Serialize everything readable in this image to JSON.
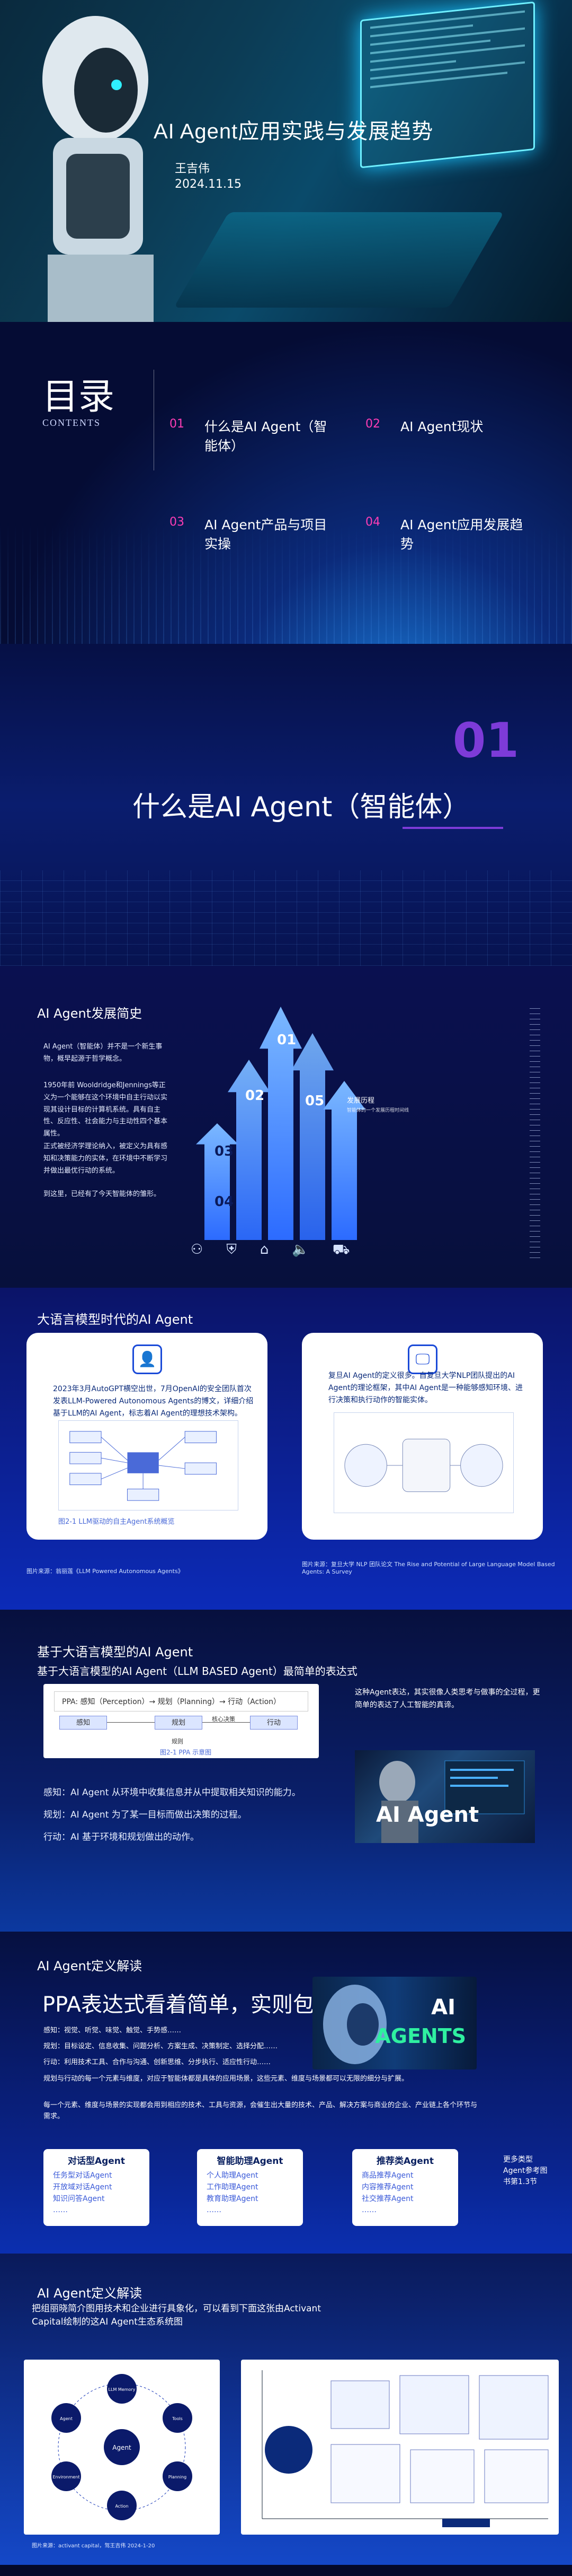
{
  "slide1": {
    "title": "AI Agent应用实践与发展趋势",
    "author": "王吉伟",
    "date": "2024.11.15"
  },
  "slide2": {
    "title": "目录",
    "subtitle": "CONTENTS",
    "items": [
      {
        "num": "01",
        "label": "什么是AI Agent（智能体）"
      },
      {
        "num": "02",
        "label": "AI Agent现状"
      },
      {
        "num": "03",
        "label": "AI Agent产品与项目实操"
      },
      {
        "num": "04",
        "label": "AI Agent应用发展趋势"
      }
    ]
  },
  "slide3": {
    "num": "01",
    "title": "什么是AI Agent（智能体）"
  },
  "slide4": {
    "title": "AI Agent发展简史",
    "paras": [
      "AI Agent（智能体）并不是一个新生事物，概早起源于哲学概念。",
      "1950年前 Wooldridge和Jennings等正义为一个能够在这个环境中自主行动以实现其设计目标的计算机系统。具有自主性、反应性、社会能力与主动性四个基本属性。",
      "正式被经济学理论纳入，被定义为具有感知和决策能力的实体，在环境中不断学习并做出最优行动的系统。",
      "到这里，已经有了今天智能体的雏形。"
    ],
    "arrow_nums": [
      "01",
      "02",
      "03",
      "04",
      "05"
    ],
    "side_label": "发展历程",
    "side_sub": "智能体的一个发展历程时间线",
    "icons": [
      "agent-icon",
      "shield-icon",
      "home-icon",
      "speaker-icon",
      "truck-icon"
    ]
  },
  "slide5": {
    "title": "大语言模型时代的AI Agent",
    "left_text": "2023年3月AutoGPT横空出世，7月OpenAI的安全团队首次发表LLM-Powered Autonomous Agents的博文，详细介绍基于LLM的AI Agent，标志着AI Agent的理想技术架构。",
    "left_caption": "图2-1 LLM驱动的自主Agent系统概览",
    "right_text": "复旦AI Agent的定义很多。自复旦大学NLP团队提出的AI Agent的理论框架，其中AI Agent是一种能够感知环境、进行决策和执行动作的智能实体。",
    "foot_left": "图片来源：翁丽莲《LLM Powered Autonomous Agents》",
    "foot_right": "图片来源：复旦大学 NLP 团队论文 The Rise and Potential of Large Language Model Based Agents: A Survey"
  },
  "slide6": {
    "title": "基于大语言模型的AI Agent",
    "subtitle": "基于大语言模型的AI Agent（LLM BASED Agent）最简单的表达式",
    "formula": "PPA: 感知（Perception）→ 规划（Planning）→ 行动（Action）",
    "flow": [
      "感知",
      "规划",
      "行动"
    ],
    "flow_mid": "核心决策",
    "flow_bottom": "规则",
    "figure_caption": "图2-1  PPA 示意图",
    "lines": [
      "感知：AI Agent 从环境中收集信息并从中提取相关知识的能力。",
      "规划：AI Agent 为了某一目标而做出决策的过程。",
      "行动：AI 基于环境和规划做出的动作。"
    ],
    "right_text": "这种Agent表达，其实很像人类思考与做事的全过程，更简单的表达了人工智能的真谛。",
    "photo_label": "AI Agent"
  },
  "slide7": {
    "title": "AI Agent定义解读",
    "headline": "PPA表达式看着简单，实则包括万象：",
    "img_t1": "AI",
    "img_t2": "AGENTS",
    "lines": [
      "感知：视觉、听觉、味觉、触觉、手势感……",
      "规划：目标设定、信息收集、问题分析、方案生成、决策制定、选择分配……",
      "行动：利用技术工具、合作与沟通、创新思维、分步执行、适应性行动……",
      "规划与行动的每一个元素与维度，对应于智能体都是具体的应用场景，这些元素、维度与场景都可以无限的细分与扩展。",
      "每一个元素、维度与场景的实现都会用到相应的技术、工具与资源，会催生出大量的技术、产品、解决方案与商业的企业、产业链上各个环节与需求。"
    ],
    "boxes": [
      {
        "head": "对话型Agent",
        "items": [
          "任务型对话Agent",
          "开放域对话Agent",
          "知识问答Agent",
          "……"
        ]
      },
      {
        "head": "智能助理Agent",
        "items": [
          "个人助理Agent",
          "工作助理Agent",
          "教育助理Agent",
          "……"
        ]
      },
      {
        "head": "推荐类Agent",
        "items": [
          "商品推荐Agent",
          "内容推荐Agent",
          "社交推荐Agent",
          "……"
        ]
      }
    ],
    "more": "更多类型Agent参考图书第1.3节"
  },
  "slide8": {
    "title": "AI Agent定义解读",
    "intro": "把组丽晓简介图用技术和企业进行具象化，可以看到下面这张由Activant Capital绘制的这AI Agent生态系统图",
    "wheel_center": "Agent",
    "wheel_nodes": [
      "Environment",
      "LLM Memory",
      "Agent",
      "Tools",
      "Planning",
      "Action"
    ],
    "foot": "图片来源：activant capital，驾王吉伟 2024-1-20"
  }
}
